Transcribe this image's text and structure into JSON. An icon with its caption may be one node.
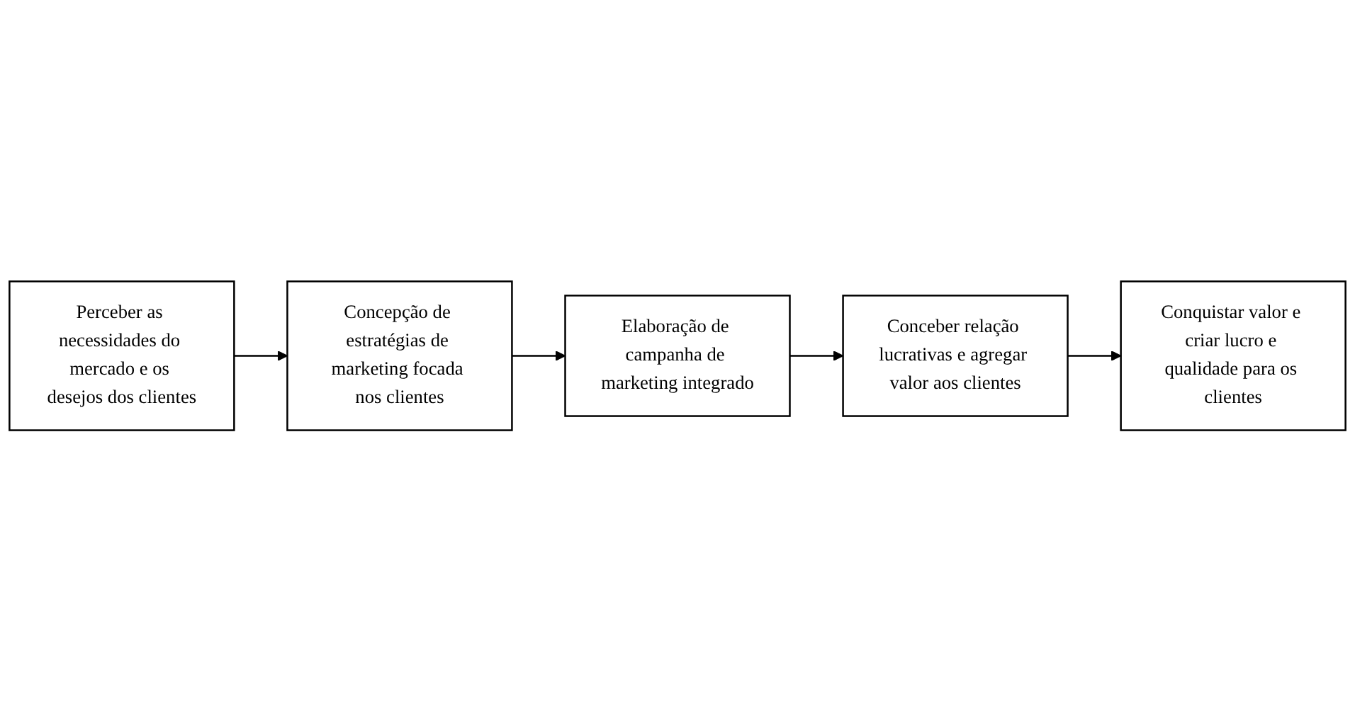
{
  "diagram": {
    "nodes": [
      {
        "text": [
          "Perceber as necessidades do mercado e os desejos dos clientes"
        ]
      },
      {
        "text": [
          "Concepção de estratégias de marketing focada nos clientes"
        ]
      },
      {
        "text": [
          "Elaboração de campanha de marketing integrado"
        ]
      },
      {
        "text": [
          "Conceber relação lucrativas e agregar valor aos clientes"
        ]
      },
      {
        "text": [
          "Conquistar valor e criar lucro e qualidade para os clientes"
        ]
      }
    ],
    "edges": [
      {
        "from": 0,
        "to": 1,
        "arrow": "to"
      },
      {
        "from": 1,
        "to": 2,
        "arrow": "to"
      },
      {
        "from": 2,
        "to": 3,
        "arrow": "to"
      },
      {
        "from": 3,
        "to": 4,
        "arrow": "to"
      }
    ]
  }
}
